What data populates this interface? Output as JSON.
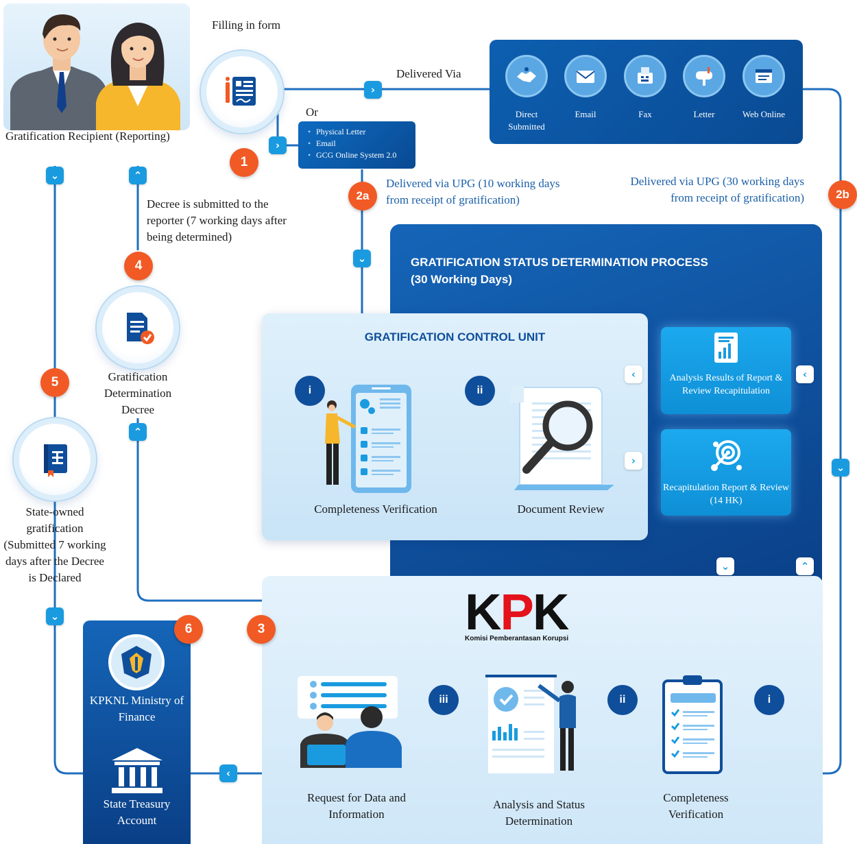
{
  "recipient_label": "Gratification Recipient (Reporting)",
  "filling_label": "Filling in form",
  "delivered_via_label": "Delivered Via",
  "or_label": "Or",
  "or_options": [
    "Physical Letter",
    "Email",
    "GCG Online System 2.0"
  ],
  "channels": [
    {
      "label": "Direct Submitted",
      "icon": "handshake-icon"
    },
    {
      "label": "Email",
      "icon": "email-icon"
    },
    {
      "label": "Fax",
      "icon": "fax-icon"
    },
    {
      "label": "Letter",
      "icon": "mailbox-icon"
    },
    {
      "label": "Web Online",
      "icon": "browser-icon"
    }
  ],
  "steps": {
    "s1": "1",
    "s2a": "2a",
    "s2b": "2b",
    "s3": "3",
    "s4": "4",
    "s5": "5",
    "s6": "6"
  },
  "upg_10": "Delivered via UPG (10 working days from receipt of gratification)",
  "upg_30": "Delivered via UPG (30 working days from receipt of gratification)",
  "decree_submitted": "Decree is submitted to the reporter (7 working days after being determined)",
  "determination_decree": "Gratification Determination Decree",
  "state_owned": "State-owned gratification (Submitted 7 working days after the Decree is Declared",
  "process_title": "GRATIFICATION STATUS DETERMINATION PROCESS",
  "process_subtitle": "(30 Working Days)",
  "gcu_title": "GRATIFICATION CONTROL UNIT",
  "gcu_steps": [
    {
      "num": "i",
      "label": "Completeness Verification"
    },
    {
      "num": "ii",
      "label": "Document Review"
    }
  ],
  "analysis_results": "Analysis Results of Report & Review Recapitulation",
  "recap_report": "Recapitulation Report & Review (14 HK)",
  "kpk": {
    "logo": "KPK",
    "tagline": "Komisi Pemberantasan Korupsi"
  },
  "kpk_steps": [
    {
      "num": "iii",
      "label": "Request for Data and Information"
    },
    {
      "num": "ii",
      "label": "Analysis and Status Determination"
    },
    {
      "num": "i",
      "label": "Completeness Verification"
    }
  ],
  "kpknl": {
    "name": "KPKNL Ministry of Finance",
    "account": "State Treasury Account"
  },
  "colors": {
    "orange": "#f15a24",
    "navy": "#0a4a93",
    "blue": "#1a9be0",
    "line": "#1f6fbf"
  }
}
